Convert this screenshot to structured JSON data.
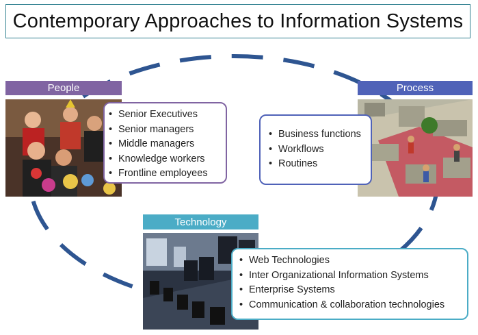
{
  "title": "Contemporary Approaches to Information Systems",
  "colors": {
    "ring": "#2e5591",
    "people": "#8064a2",
    "process": "#4f62b8",
    "technology": "#4bacc6"
  },
  "people": {
    "label": "People",
    "items": [
      "Senior Executives",
      "Senior managers",
      "Middle managers",
      "Knowledge workers",
      "Frontline employees"
    ]
  },
  "process": {
    "label": "Process",
    "items": [
      "Business functions",
      "Workflows",
      "Routines"
    ]
  },
  "technology": {
    "label": "Technology",
    "items": [
      "Web Technologies",
      "Inter Organizational Information Systems",
      "Enterprise Systems",
      "Communication & collaboration technologies"
    ]
  }
}
